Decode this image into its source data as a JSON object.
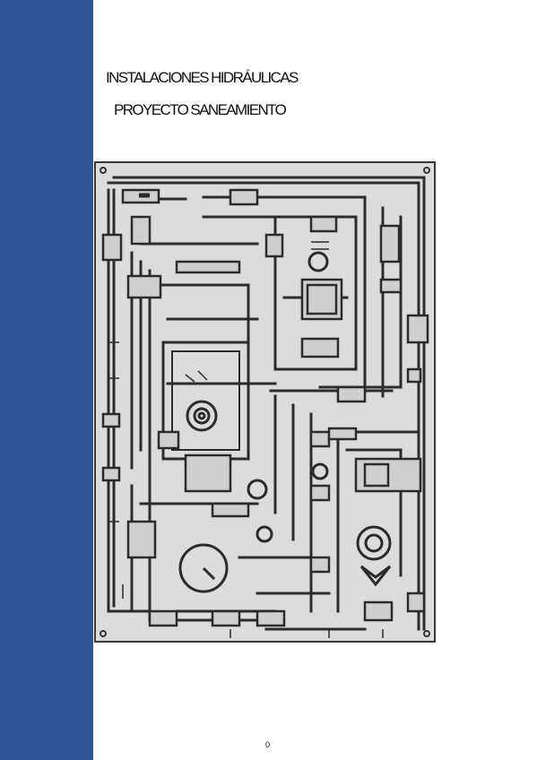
{
  "document": {
    "title": "INSTALACIONES HIDRÁULICAS",
    "subtitle": "PROYECTO SANEAMIENTO",
    "page_number": "0"
  },
  "colors": {
    "sidebar": "#2f5597",
    "drawing_background": "#dcdcdc",
    "ink": "#2b2b2b"
  },
  "figure": {
    "icon": "plumbing-schematic-drawing"
  }
}
